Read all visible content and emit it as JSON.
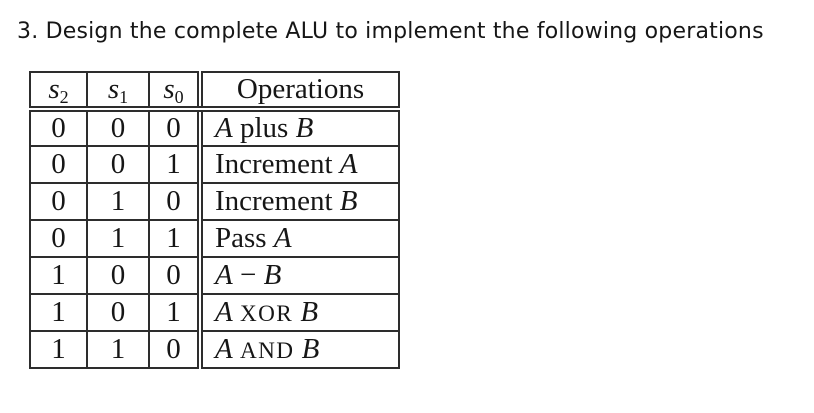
{
  "title": "3. Design the complete ALU to implement the following operations",
  "table": {
    "bit_headers": [
      {
        "name": "s",
        "subscript": "2"
      },
      {
        "name": "s",
        "subscript": "1"
      },
      {
        "name": "s",
        "subscript": "0"
      }
    ],
    "operations_header": "Operations",
    "rows": [
      {
        "bits": [
          "0",
          "0",
          "0"
        ],
        "operation": [
          {
            "text": "A",
            "italic": true
          },
          {
            "text": " plus ",
            "italic": false
          },
          {
            "text": "B",
            "italic": true
          }
        ]
      },
      {
        "bits": [
          "0",
          "0",
          "1"
        ],
        "operation": [
          {
            "text": "Increment ",
            "italic": false
          },
          {
            "text": "A",
            "italic": true
          }
        ]
      },
      {
        "bits": [
          "0",
          "1",
          "0"
        ],
        "operation": [
          {
            "text": "Increment ",
            "italic": false
          },
          {
            "text": "B",
            "italic": true
          }
        ]
      },
      {
        "bits": [
          "0",
          "1",
          "1"
        ],
        "operation": [
          {
            "text": "Pass ",
            "italic": false
          },
          {
            "text": "A",
            "italic": true
          }
        ]
      },
      {
        "bits": [
          "1",
          "0",
          "0"
        ],
        "operation": [
          {
            "text": "A",
            "italic": true
          },
          {
            "text": " − ",
            "italic": false
          },
          {
            "text": "B",
            "italic": true
          }
        ]
      },
      {
        "bits": [
          "1",
          "0",
          "1"
        ],
        "operation": [
          {
            "text": "A",
            "italic": true
          },
          {
            "text": " ",
            "italic": false
          },
          {
            "text": "XOR",
            "italic": false,
            "smallcaps": true
          },
          {
            "text": " ",
            "italic": false
          },
          {
            "text": "B",
            "italic": true
          }
        ]
      },
      {
        "bits": [
          "1",
          "1",
          "0"
        ],
        "operation": [
          {
            "text": "A",
            "italic": true
          },
          {
            "text": " ",
            "italic": false
          },
          {
            "text": "AND",
            "italic": false,
            "smallcaps": true
          },
          {
            "text": " ",
            "italic": false
          },
          {
            "text": "B",
            "italic": true
          }
        ]
      }
    ]
  },
  "colors": {
    "text": "#161616",
    "border": "#2d2d2d",
    "background": "#ffffff"
  }
}
